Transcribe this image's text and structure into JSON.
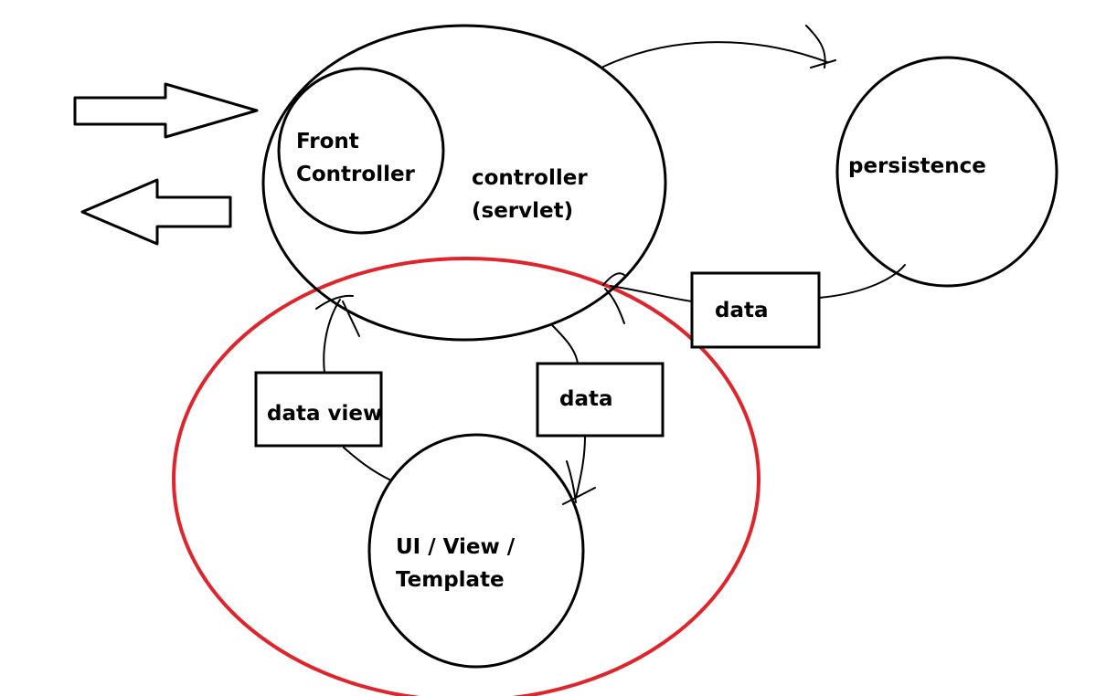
{
  "diagram": {
    "colors": {
      "ink": "#000000",
      "highlight": "#e0242b",
      "background": "#ffffff"
    },
    "nodes": {
      "front_controller": [
        "Front",
        "Controller"
      ],
      "controller": [
        "controller",
        "(servlet)"
      ],
      "persistence": "persistence",
      "ui_view": [
        "UI / View /",
        "Template"
      ]
    },
    "boxes": {
      "data_from_persistence": "data",
      "data_to_view": "data",
      "data_view": "data view"
    },
    "arrows": {
      "incoming": "block-arrow-right",
      "outgoing": "block-arrow-left"
    }
  }
}
